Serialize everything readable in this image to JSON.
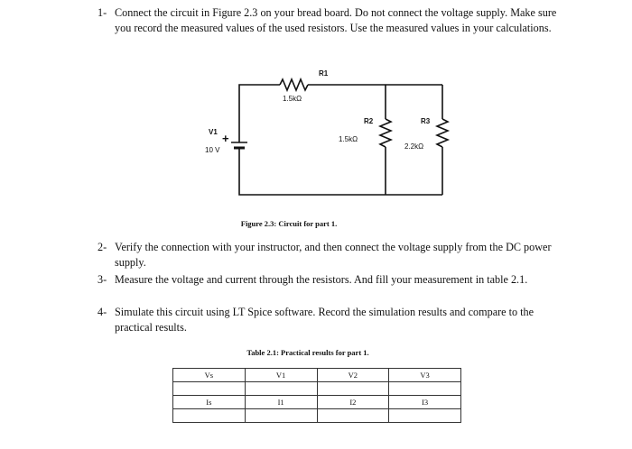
{
  "instructions": [
    {
      "num": "1-",
      "text": "Connect the circuit in Figure 2.3 on your bread board. Do not connect the voltage supply. Make sure you record the measured values of the used resistors. Use the measured values in your calculations."
    },
    {
      "num": "2-",
      "text": "Verify the connection with your instructor, and then connect the voltage supply from the DC power supply."
    },
    {
      "num": "3-",
      "text": "Measure the voltage and current through the resistors. And fill your measurement in table 2.1."
    },
    {
      "num": "4-",
      "text": "Simulate this circuit using LT Spice software. Record the simulation results and compare to the practical results."
    }
  ],
  "figure": {
    "caption": "Figure 2.3: Circuit for part 1.",
    "r1": {
      "name": "R1",
      "value": "1.5kΩ"
    },
    "r2": {
      "name": "R2",
      "value": "1.5kΩ"
    },
    "r3": {
      "name": "R3",
      "value": "2.2kΩ"
    },
    "v1": {
      "name": "V1",
      "value": "10 V",
      "plus": "+"
    }
  },
  "table": {
    "caption": "Table 2.1: Practical results for part 1.",
    "rows": [
      [
        "Vs",
        "V1",
        "V2",
        "V3"
      ],
      [
        "",
        "",
        "",
        ""
      ],
      [
        "Is",
        "I1",
        "I2",
        "I3"
      ],
      [
        "",
        "",
        "",
        ""
      ]
    ]
  }
}
